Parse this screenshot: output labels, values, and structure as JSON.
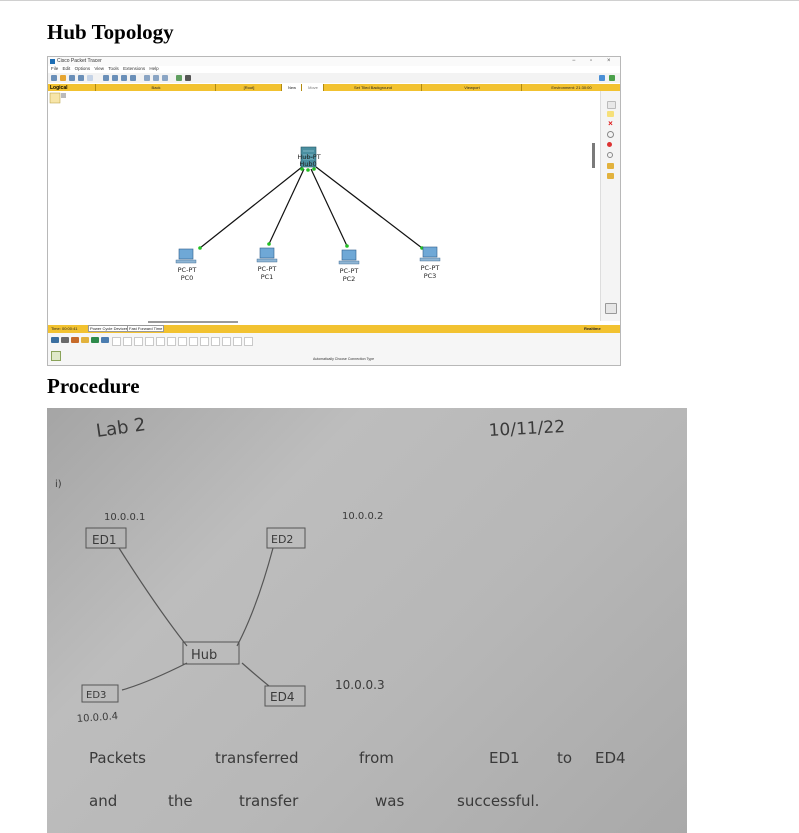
{
  "section1": {
    "title": "Hub Topology"
  },
  "section2": {
    "title": "Procedure"
  },
  "packet_tracer": {
    "window_title": "Cisco Packet Tracer",
    "menu": [
      "File",
      "Edit",
      "Options",
      "View",
      "Tools",
      "Extensions",
      "Help"
    ],
    "window_controls": {
      "minimize": "−",
      "maximize": "▫",
      "close": "×"
    },
    "logical_tab": "Logical",
    "toolbar_labels": {
      "root": "[Root]",
      "new_cluster": "New Cluster",
      "move_object": "Move Object",
      "set_tiled_background": "Set Tiled Background",
      "viewport": "Viewport",
      "environment": "Environment: 21:30:00"
    },
    "hub": {
      "type": "Hub-PT",
      "name": "Hub0"
    },
    "pcs": [
      {
        "type": "PC-PT",
        "name": "PC0"
      },
      {
        "type": "PC-PT",
        "name": "PC1"
      },
      {
        "type": "PC-PT",
        "name": "PC2"
      },
      {
        "type": "PC-PT",
        "name": "PC3"
      }
    ],
    "time": "Time: 00:00:41",
    "power_cycle": "Power Cycle Devices",
    "fast_forward": "Fast Forward Time",
    "realtime": "Realtime",
    "connection_hint": "Automatically Choose Connection Type",
    "colors": {
      "yellowbar": "#f2c230",
      "device_blue": "#3b6fa0",
      "link_dot": "#22c022"
    }
  },
  "notebook": {
    "heading": "Lab 2",
    "date": "10/11/22",
    "item_marker": "i)",
    "ips": {
      "ed1": "10.0.0.1",
      "ed2": "10.0.0.2",
      "ed3": "10.0.0.3",
      "ed4": "10.0.0.4"
    },
    "nodes": {
      "ed1": "ED1",
      "ed2": "ED2",
      "hub": "Hub",
      "ed3": "ED3",
      "ed4": "ED4"
    },
    "sentence_line1": [
      "Packets",
      "transferred",
      "from",
      "ED1",
      "to",
      "ED4"
    ],
    "sentence_line2": [
      "and",
      "the",
      "transfer",
      "was",
      "successful."
    ]
  }
}
